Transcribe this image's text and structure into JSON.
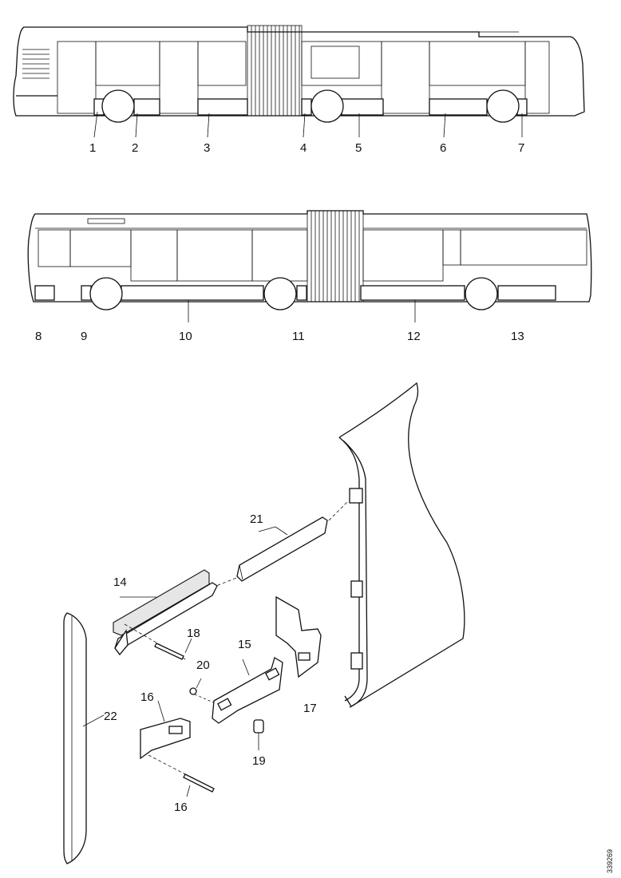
{
  "figure": {
    "document_number": "339269"
  },
  "callouts_bus_top": [
    "1",
    "2",
    "3",
    "4",
    "5",
    "6",
    "7"
  ],
  "callouts_bus_bottom": [
    "8",
    "9",
    "10",
    "11",
    "12",
    "13"
  ],
  "callouts_exploded": {
    "p14": "14",
    "p15": "15",
    "p16a": "16",
    "p16b": "16",
    "p17": "17",
    "p18": "18",
    "p19": "19",
    "p20": "20",
    "p21": "21",
    "p22": "22"
  }
}
